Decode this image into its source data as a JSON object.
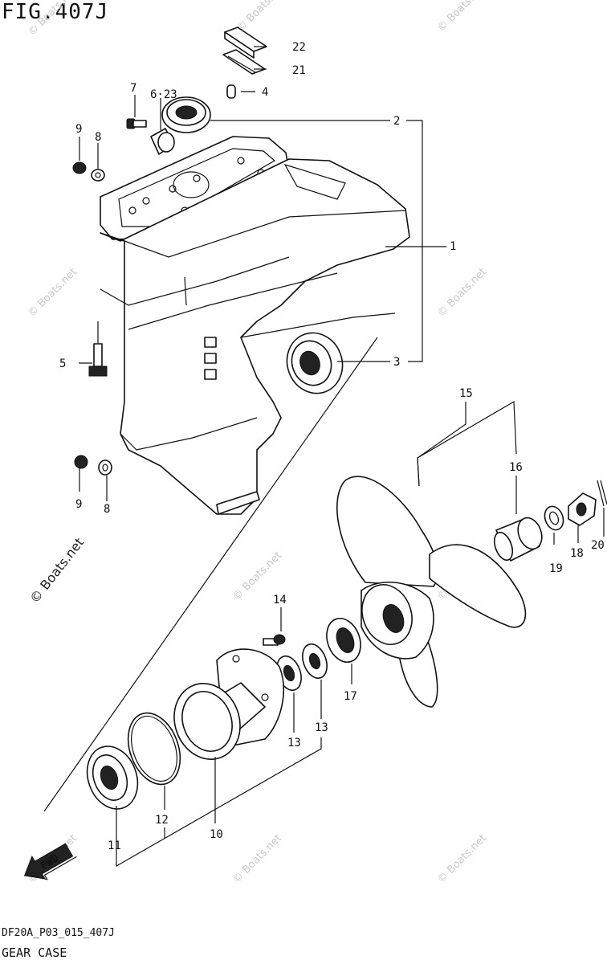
{
  "figure": {
    "title": "FIG.407J"
  },
  "footer": {
    "code": "DF20A_P03_015_407J",
    "name": "GEAR CASE"
  },
  "watermark": {
    "text": "© Boats.net"
  },
  "fwd_arrow": {
    "label": "FWD"
  },
  "callouts": {
    "c1": "1",
    "c2": "2",
    "c3": "3",
    "c4": "4",
    "c5": "5",
    "c6_23": "6·23",
    "c7": "7",
    "c8a": "8",
    "c8b": "8",
    "c9a": "9",
    "c9b": "9",
    "c10": "10",
    "c11": "11",
    "c12": "12",
    "c13a": "13",
    "c13b": "13",
    "c14": "14",
    "c15": "15",
    "c16": "16",
    "c17": "17",
    "c18": "18",
    "c19": "19",
    "c20": "20",
    "c21": "21",
    "c22": "22"
  }
}
